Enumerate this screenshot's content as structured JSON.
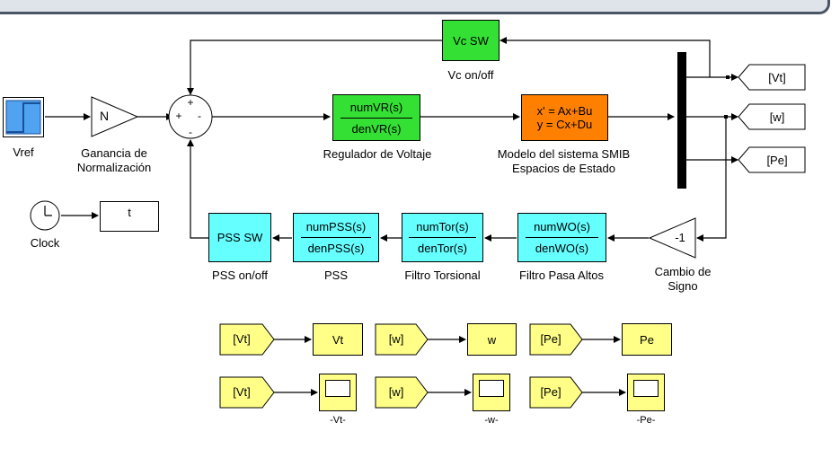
{
  "blocks": {
    "vref": {
      "label": "Vref"
    },
    "gain": {
      "symbol": "N",
      "caption_line1": "Ganancia de",
      "caption_line2": "Normalización"
    },
    "sum": {
      "plus_top": "+",
      "plus_left": "+",
      "minus_right": "-",
      "minus_bottom": "-"
    },
    "vc_sw": {
      "text": "Vc SW",
      "caption": "Vc on/off"
    },
    "regulator": {
      "num": "numVR(s)",
      "den": "denVR(s)",
      "caption": "Regulador de Voltaje"
    },
    "state_space": {
      "line1": "x' = Ax+Bu",
      "line2": "y = Cx+Du",
      "caption_line1": "Modelo del sistema SMIB",
      "caption_line2": "Espacios de Estado"
    },
    "goto_vt": {
      "text": "[Vt]"
    },
    "goto_w": {
      "text": "[w]"
    },
    "goto_pe": {
      "text": "[Pe]"
    },
    "clock": {
      "caption": "Clock"
    },
    "to_workspace_t": {
      "text": "t"
    },
    "pss_sw": {
      "text": "PSS SW",
      "caption": "PSS on/off"
    },
    "pss": {
      "num": "numPSS(s)",
      "den": "denPSS(s)",
      "caption": "PSS"
    },
    "torsional": {
      "num": "numTor(s)",
      "den": "denTor(s)",
      "caption": "Filtro Torsional"
    },
    "washout": {
      "num": "numWO(s)",
      "den": "denWO(s)",
      "caption": "Filtro Pasa Altos"
    },
    "sign": {
      "symbol": "-1",
      "caption_line1": "Cambio de",
      "caption_line2": "Signo"
    }
  },
  "bottom": {
    "from_vt_1": "[Vt]",
    "ws_vt": "Vt",
    "from_w_1": "[w]",
    "ws_w": "w",
    "from_pe_1": "[Pe]",
    "ws_pe": "Pe",
    "from_vt_2": "[Vt]",
    "scope_vt": "-Vt-",
    "from_w_2": "[w]",
    "scope_w": "-w-",
    "from_pe_2": "[Pe]",
    "scope_pe": "-Pe-"
  }
}
